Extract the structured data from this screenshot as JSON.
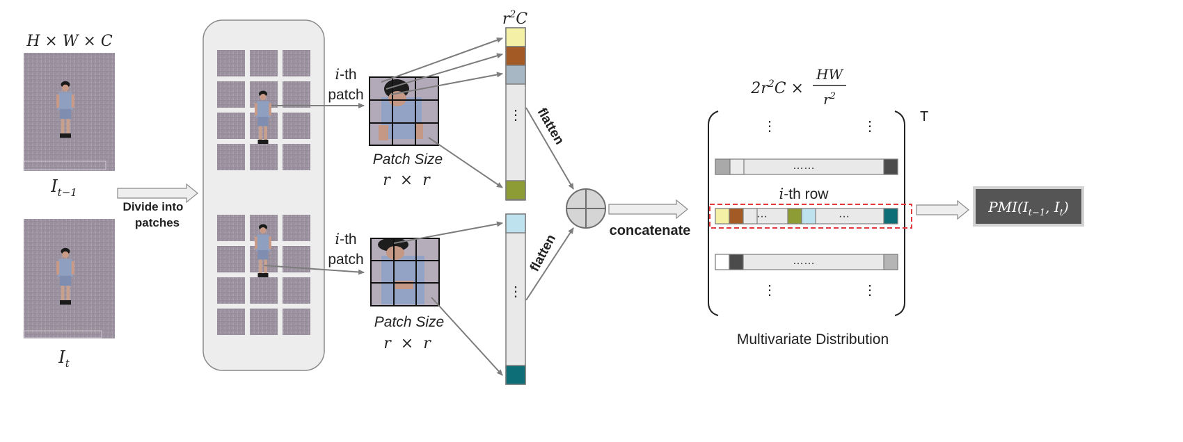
{
  "input": {
    "dims_label": "H × W × C",
    "frame_prev_label": "I",
    "frame_prev_sub": "t−1",
    "frame_curr_label": "I",
    "frame_curr_sub": "t",
    "divide_label_line1": "Divide into",
    "divide_label_line2": "patches"
  },
  "patches": {
    "ith_label": "i",
    "ith_suffix": "-th",
    "patch_word": "patch",
    "size_label": "Patch Size",
    "size_value": "r  ×  r"
  },
  "vector": {
    "top_label_base": "r",
    "top_label_sup": "2",
    "top_label_tail": "C",
    "flatten_label": "flatten",
    "ellipsis": "⋮",
    "top_colors": [
      "#f4f0a6",
      "#a35a24",
      "#a8b7c4",
      "#8e9c36"
    ],
    "bottom_colors": [
      "#bfe2ef",
      "#0d6e78"
    ]
  },
  "concat": {
    "label": "concatenate"
  },
  "matrix": {
    "size_prefix": "2r",
    "size_sup": "2",
    "size_mid": "C ×",
    "frac_num": "HW",
    "frac_den_base": "r",
    "frac_den_sup": "2",
    "transpose": "T",
    "ith_row_italic": "i",
    "ith_row_text": "-th row",
    "dots_h": "……",
    "dots_mid": "···",
    "caption": "Multivariate Distribution"
  },
  "output": {
    "pmi_label": "PMI(I",
    "pmi_sub1": "t−1",
    "pmi_comma": ", I",
    "pmi_sub2": "t",
    "pmi_close": ")"
  }
}
